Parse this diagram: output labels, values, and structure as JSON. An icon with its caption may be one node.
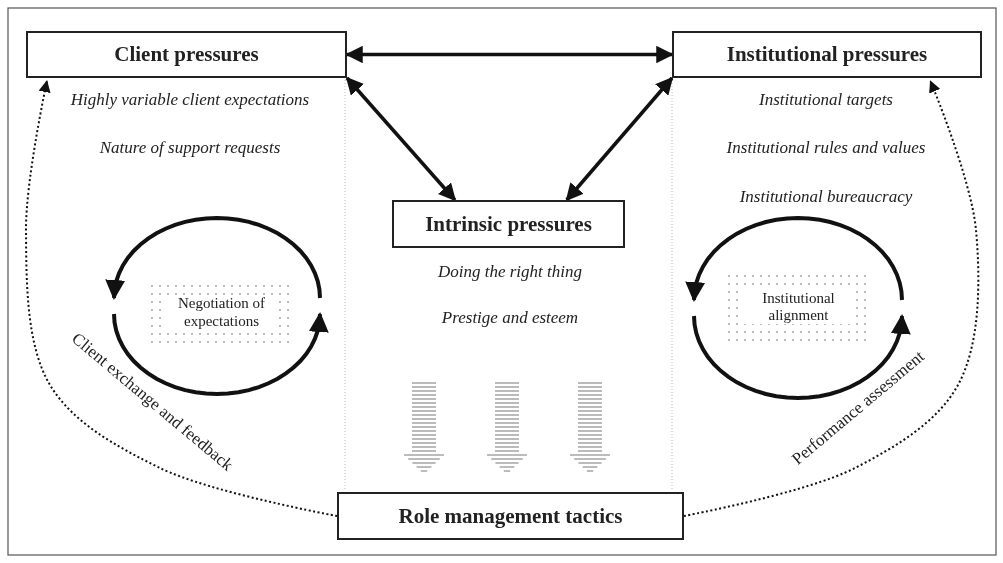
{
  "diagram": {
    "nodes": [
      {
        "text": [
          "Client pressures"
        ],
        "beside": [
          "Highly variable client expectations",
          "Nature of support requests"
        ]
      },
      {
        "text": [
          "Institutional pressures"
        ],
        "beside": [
          "Institutional targets",
          "Institutional rules and values",
          "Institutional bureaucracy"
        ]
      },
      {
        "text": [
          "Intrinsic pressures"
        ],
        "beside": [
          "Doing the right thing",
          "Prestige and esteem"
        ]
      },
      {
        "text": [
          "Role management tactics"
        ]
      },
      {
        "text": [
          "Negotiation of expectations"
        ]
      },
      {
        "text": [
          "Institutional alignment"
        ]
      }
    ],
    "edges": [
      {
        "from": 0,
        "to": 1,
        "arrow": "both"
      },
      {
        "from": 0,
        "to": 2,
        "arrow": "both"
      },
      {
        "from": 1,
        "to": 2,
        "arrow": "both"
      },
      {
        "from": 3,
        "to": 0,
        "arrow": "to",
        "label": "Client exchange and feedback",
        "style": "dashed"
      },
      {
        "from": 3,
        "to": 1,
        "arrow": "to",
        "label": "Performance assessment",
        "style": "dashed"
      }
    ]
  }
}
